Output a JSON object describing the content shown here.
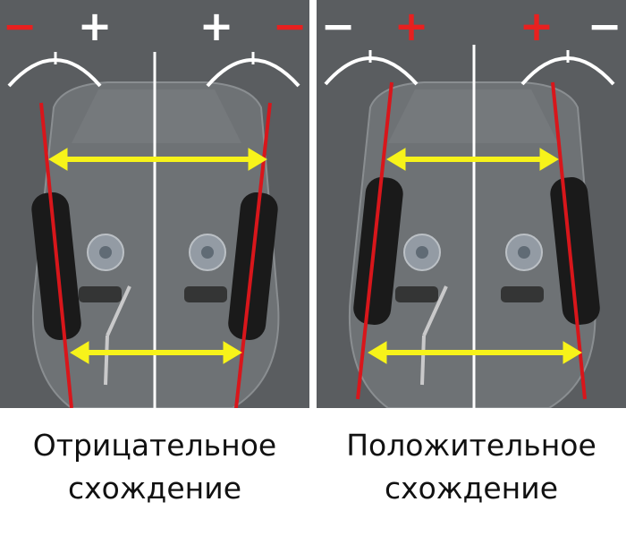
{
  "colors": {
    "plus_white": "#ffffff",
    "plus_red": "#e8201f",
    "minus_red": "#e8201f",
    "minus_white": "#ffffff",
    "toe_line": "#d8161b",
    "arrow": "#f7f31a",
    "center_line": "#ffffff",
    "panel_bg": "#5a5d60",
    "caption_text": "#111111"
  },
  "panels": [
    {
      "id": "left",
      "signs": [
        "−",
        "+",
        "+",
        "−"
      ],
      "sign_colors": [
        "#e8201f",
        "#ffffff",
        "#ffffff",
        "#e8201f"
      ],
      "caption_line1": "Отрицательное",
      "caption_line2": "схождение"
    },
    {
      "id": "right",
      "signs": [
        "−",
        "+",
        "+",
        "−"
      ],
      "sign_colors": [
        "#ffffff",
        "#e8201f",
        "#e8201f",
        "#ffffff"
      ],
      "caption_line1": "Положительное",
      "caption_line2": "схождение"
    }
  ]
}
